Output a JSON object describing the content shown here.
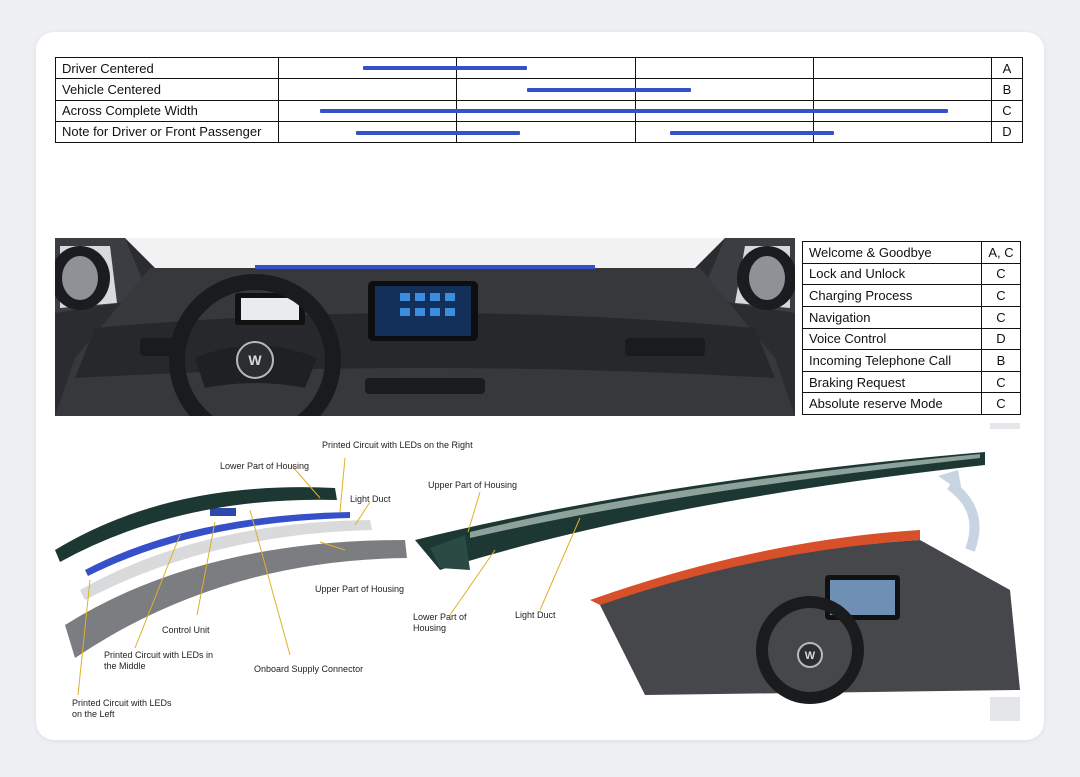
{
  "mode_table": {
    "rows": [
      {
        "label": "Driver Centered",
        "code": "A",
        "bars": [
          [
            0.12,
            0.35
          ]
        ]
      },
      {
        "label": "Vehicle Centered",
        "code": "B",
        "bars": [
          [
            0.35,
            0.58
          ]
        ]
      },
      {
        "label": "Across Complete Width",
        "code": "C",
        "bars": [
          [
            0.06,
            0.94
          ]
        ]
      },
      {
        "label": "Note for Driver or Front Passenger",
        "code": "D",
        "bars": [
          [
            0.11,
            0.34
          ],
          [
            0.55,
            0.78
          ]
        ]
      }
    ]
  },
  "functions": [
    {
      "label": "Welcome & Goodbye",
      "code": "A, C"
    },
    {
      "label": "Lock and Unlock",
      "code": "C"
    },
    {
      "label": "Charging Process",
      "code": "C"
    },
    {
      "label": "Navigation",
      "code": "C"
    },
    {
      "label": "Voice Control",
      "code": "D"
    },
    {
      "label": "Incoming Telephone Call",
      "code": "B"
    },
    {
      "label": "Braking Request",
      "code": "C"
    },
    {
      "label": "Absolute reserve Mode",
      "code": "C"
    }
  ],
  "exploded_labels": {
    "pcb_right": "Printed Circuit with LEDs on the Right",
    "lower_housing": "Lower Part of Housing",
    "light_duct": "Light Duct",
    "upper_housing": "Upper Part of Housing",
    "control_unit": "Control Unit",
    "pcb_middle": "Printed Circuit with LEDs in the Middle",
    "supply_connector": "Onboard Supply Connector",
    "pcb_left": "Printed Circuit with LEDs on the Left"
  },
  "assembly_labels": {
    "upper_housing": "Upper Part of Housing",
    "lower_housing": "Lower Part of Housing",
    "light_duct": "Light Duct"
  },
  "colors": {
    "led_blue": "#3550c8",
    "housing_dark": "#1d3833",
    "accent_orange": "#d8502a"
  }
}
